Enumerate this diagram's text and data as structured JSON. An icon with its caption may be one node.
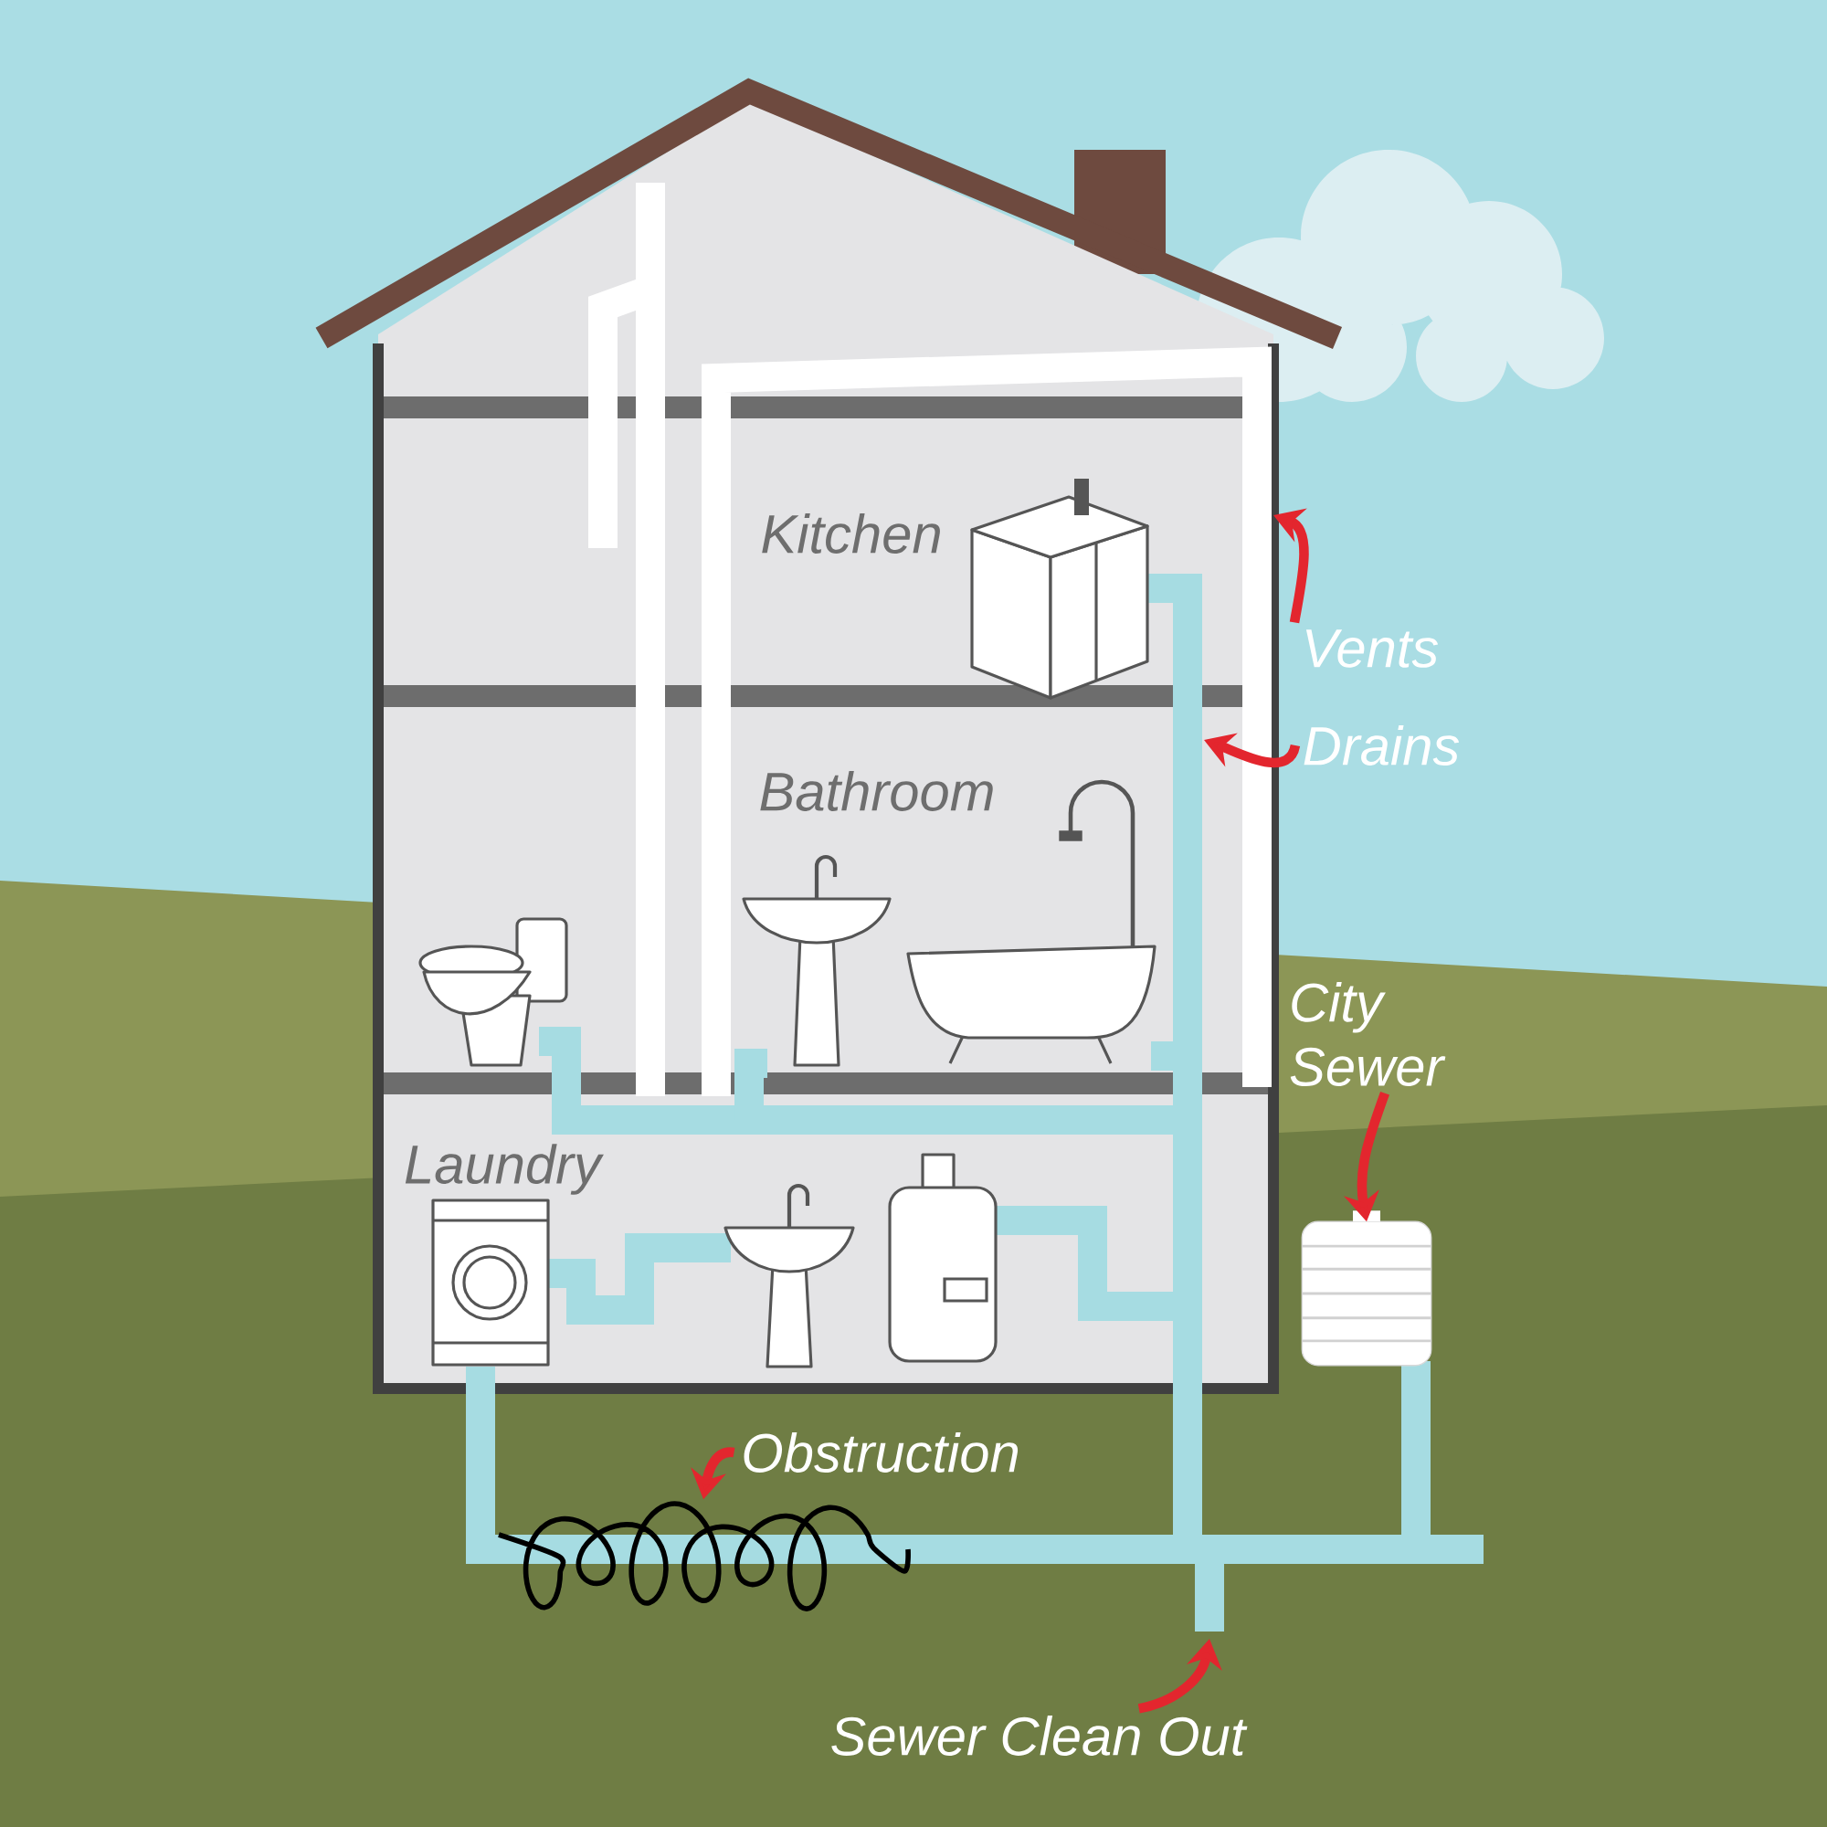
{
  "diagram": {
    "nodes": [
      {
        "text": [
          "Vents"
        ]
      },
      {
        "text": [
          "Drains"
        ]
      },
      {
        "text": [
          "City Sewer"
        ]
      },
      {
        "text": [],
        "shape": "cylinder"
      },
      {
        "text": [
          "Obstruction"
        ]
      },
      {
        "text": [],
        "shape": "picture"
      },
      {
        "text": [
          "Sewer Clean Out"
        ]
      }
    ],
    "edges": [
      {
        "from": 0,
        "to": null,
        "arrow": "to"
      },
      {
        "from": 1,
        "to": null,
        "arrow": "to"
      },
      {
        "from": 2,
        "to": 3,
        "arrow": "to"
      },
      {
        "from": 4,
        "to": 5,
        "arrow": "to"
      },
      {
        "from": 6,
        "to": null,
        "arrow": "to"
      }
    ],
    "labels": [
      "Kitchen",
      "Bathroom",
      "Laundry"
    ]
  }
}
